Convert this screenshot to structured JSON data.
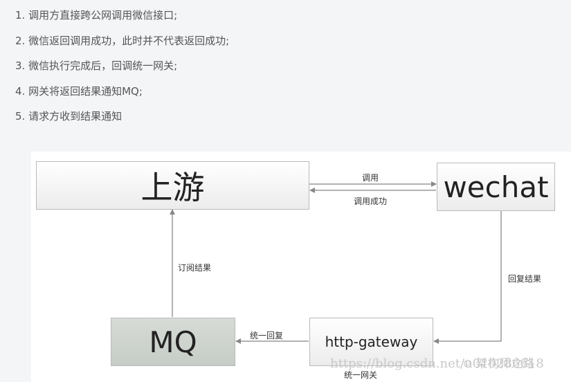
{
  "steps": [
    "1. 调用方直接跨公网调用微信接口;",
    "2. 微信返回调用成功，此时并不代表返回成功;",
    "3. 微信执行完成后，回调统一网关;",
    "4. 网关将返回结果通知MQ;",
    "5. 请求方收到结果通知"
  ],
  "diagram": {
    "nodes": {
      "upstream": "上游",
      "wechat": "wechat",
      "mq": "MQ",
      "gateway": "http-gateway"
    },
    "edges": {
      "call": "调用",
      "call_success": "调用成功",
      "subscribe_result": "订阅结果",
      "reply_result": "回复结果",
      "unified_reply": "统一回复",
      "unified_gateway": "统一网关"
    }
  },
  "watermarks": {
    "url": "https://blog.csdn.net/u010286618",
    "brand": "架构师之路"
  }
}
